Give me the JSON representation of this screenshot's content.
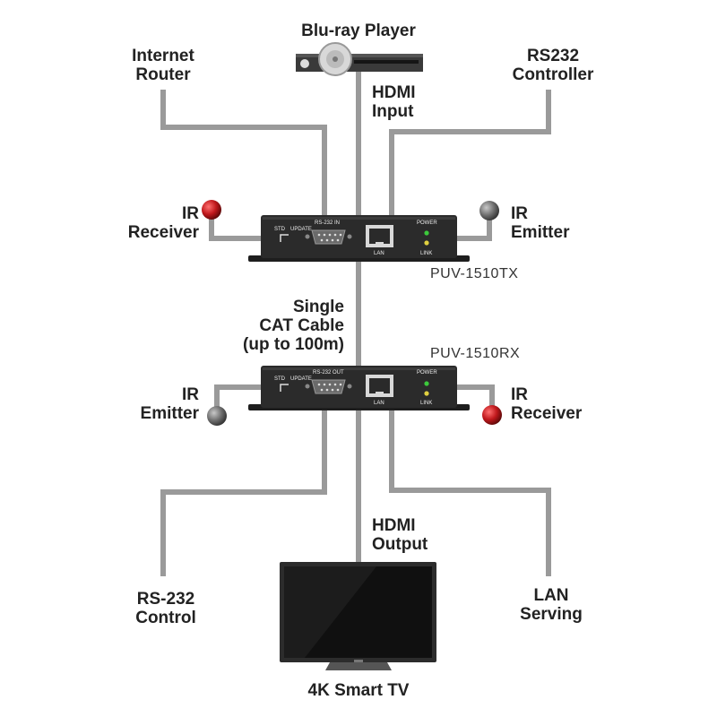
{
  "labels": {
    "bluray": "Blu-ray Player",
    "router": [
      "Internet",
      "Router"
    ],
    "rs232_controller": [
      "RS232",
      "Controller"
    ],
    "hdmi_input": [
      "HDMI",
      "Input"
    ],
    "ir_receiver_tx": [
      "IR",
      "Receiver"
    ],
    "ir_emitter_tx": [
      "IR",
      "Emitter"
    ],
    "tx_model": "PUV-1510TX",
    "cable": [
      "Single",
      "CAT Cable",
      "(up to 100m)"
    ],
    "rx_model": "PUV-1510RX",
    "ir_emitter_rx": [
      "IR",
      "Emitter"
    ],
    "ir_receiver_rx": [
      "IR",
      "Receiver"
    ],
    "hdmi_output": [
      "HDMI",
      "Output"
    ],
    "rs232_control": [
      "RS-232",
      "Control"
    ],
    "lan_serving": [
      "LAN",
      "Serving"
    ],
    "tv": "4K Smart TV"
  },
  "tx_panel": {
    "std": "STD",
    "update": "UPDATE",
    "rs232": "RS-232 IN",
    "lan": "LAN",
    "power": "POWER",
    "link": "LINK"
  },
  "rx_panel": {
    "std": "STD",
    "update": "UPDATE",
    "rs232": "RS-232 OUT",
    "lan": "LAN",
    "power": "POWER",
    "link": "LINK"
  },
  "colors": {
    "wire": "#9a9a9a",
    "device": "#2b2b2b",
    "ir_receiver": "#c0181c",
    "ir_emitter": "#707070",
    "led_green": "#3cc93c",
    "led_yellow": "#e0d040"
  }
}
